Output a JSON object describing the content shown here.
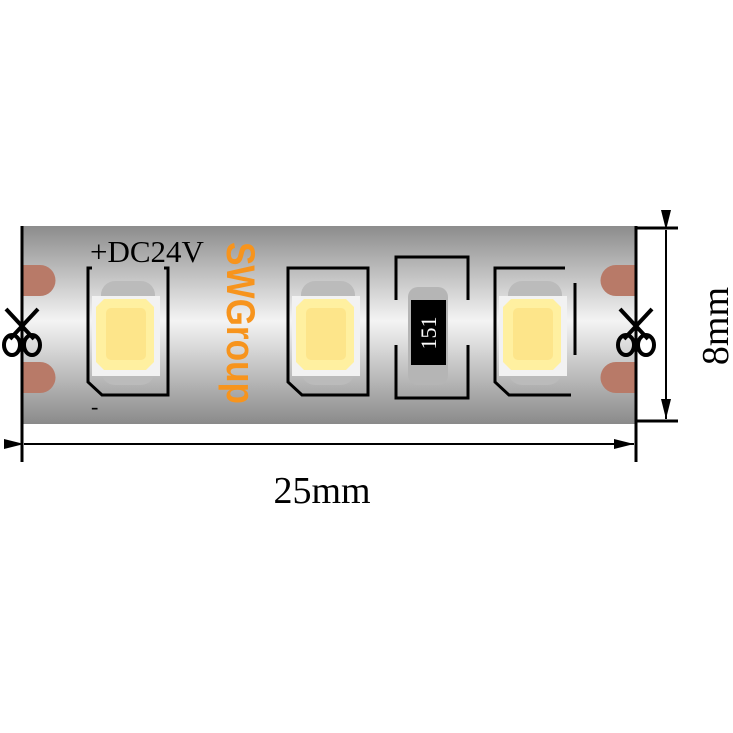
{
  "diagram": {
    "voltage_label": "+DC24V",
    "negative_label": "-",
    "brand_logo": "SWGroup",
    "resistor_code": "151",
    "width_dimension": "25mm",
    "height_dimension": "8mm",
    "icons": [
      "scissors-icon",
      "arrow-icon"
    ]
  },
  "colors": {
    "brand": "#f7941d",
    "pad": "#b87a68",
    "led_yellow": "#fff0a0"
  }
}
